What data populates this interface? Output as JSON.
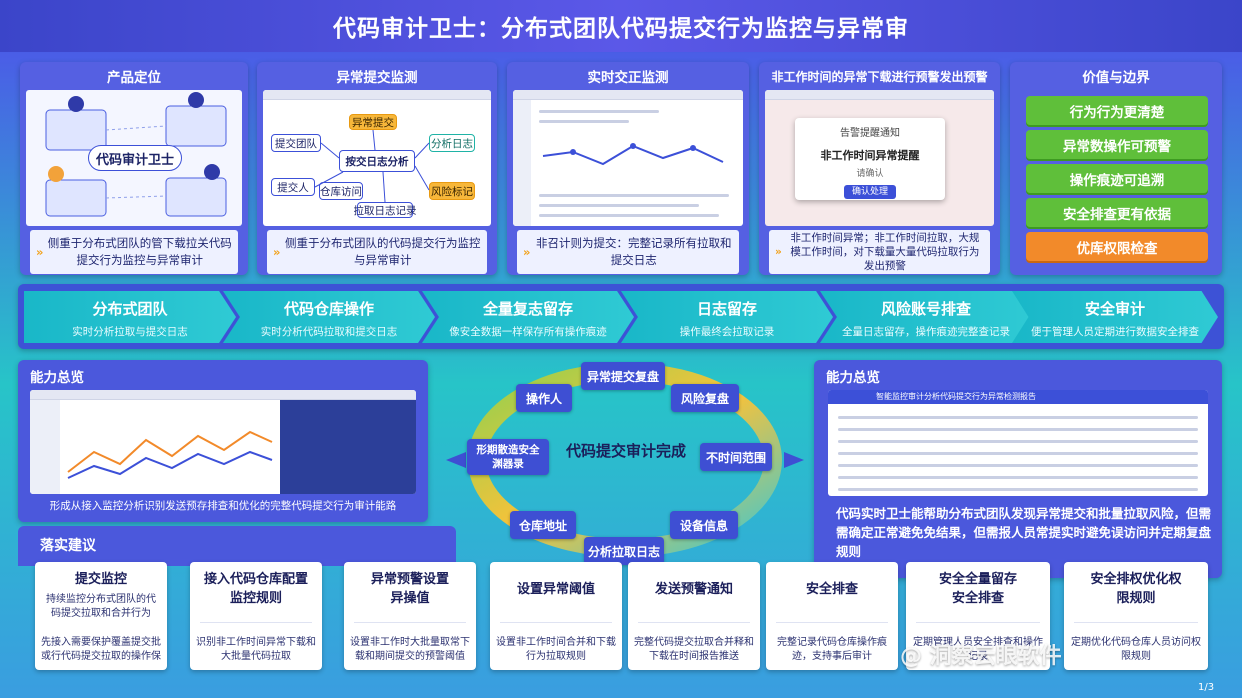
{
  "title": "代码审计卫士：分布式团队代码提交行为监控与异常审",
  "top_cards": [
    {
      "title": "产品定位",
      "footer": "侧重于分布式团队的管下载拉关代码提交行为监控与异常审计",
      "badge": "代码审计卫士"
    },
    {
      "title": "异常提交监测",
      "footer": "侧重于分布式团队的代码提交行为监控与异常审计",
      "nodes": {
        "center": "按交日志分析",
        "a": "提交团队",
        "b": "异常提交",
        "c": "提交人",
        "d": "仓库访问",
        "e": "拉取日志记录",
        "f": "分析日志",
        "g": "风险标记"
      }
    },
    {
      "title": "实时交正监测",
      "footer": "非召计则为提交：完整记录所有拉取和提交日志"
    },
    {
      "title": "非工作时间的异常下载进行预警发出预警",
      "footer": "非工作时间异常；非工作时间拉取，大规模工作时间，对下载量大量代码拉取行为发出预警",
      "alert": {
        "head": "告警提醒通知",
        "line": "非工作时间异常提醒",
        "sub": "请确认",
        "button": "确认处理"
      }
    }
  ],
  "value_panel": {
    "title": "价值与边界",
    "items": [
      "行为行为更清楚",
      "异常数操作可预警",
      "操作痕迹可追溯",
      "安全排查更有依据",
      "优库权限检查"
    ]
  },
  "flow": [
    {
      "title": "分布式团队",
      "sub": "实时分析拉取与提交日志"
    },
    {
      "title": "代码仓库操作",
      "sub": "实时分析代码拉取和提交日志"
    },
    {
      "title": "全量复志留存",
      "sub": "像安全数据一样保存所有操作痕迹"
    },
    {
      "title": "日志留存",
      "sub": "操作最终会拉取记录"
    },
    {
      "title": "风险账号排查",
      "sub": "全量日志留存，操作痕迹完整查记录"
    },
    {
      "title": "安全审计",
      "sub": "便于管理人员定期进行数据安全排查"
    }
  ],
  "ability_left": {
    "title": "能力总览",
    "caption": "形成从接入监控分析识别发送预存排查和优化的完整代码提交行为审计能路"
  },
  "ability_right": {
    "title": "能力总览",
    "mock_header": "智能监控审计分析代码提交行为异常检测报告",
    "caption": "代码实时卫士能帮助分布式团队发现异常提交和批量拉取风险，但需需确定正常避免免结果，但需报人员常提实时避免误访问并定期复盘规则"
  },
  "cycle": {
    "center": "代码提交审计完成",
    "nodes": [
      "异常提交复盘",
      "风险复盘",
      "不时间范围",
      "设备信息",
      "分析拉取日志",
      "仓库地址",
      "形期散造安全渊器录",
      "操作人"
    ]
  },
  "suggest_title": "落实建议",
  "suggestions": [
    {
      "title": "提交监控",
      "sub": "持续监控分布式团队的代码提交拉取和合并行为",
      "desc": "先接入需要保护覆盖提交批或行代码提交拉取的操作保"
    },
    {
      "title": "接入代码仓库配置监控规则",
      "sub": "",
      "desc": "识别非工作时间异常下载和大批量代码拉取"
    },
    {
      "title": "异常预警设置异操值",
      "sub": "",
      "desc": "设置非工作时大批量取常下载和期间提交的预警阈值"
    },
    {
      "title": "设置异常阈值",
      "sub": "",
      "desc": "设置非工作时间合并和下载行为拉取规则"
    },
    {
      "title": "发送预警通知",
      "sub": "",
      "desc": "完整代码提交拉取合并释和下载在时间报告推送"
    },
    {
      "title": "安全排查",
      "sub": "",
      "desc": "完整记录代码仓库操作痕迹，支持事后审计"
    },
    {
      "title": "安全全量留存安全排查",
      "sub": "",
      "desc": "定期管理人员安全排查和操作记录"
    },
    {
      "title": "安全排权优化权限规则",
      "sub": "",
      "desc": "定期优化代码仓库人员访问权限规则"
    }
  ],
  "watermark": "@ 洞察云眼软件",
  "page_number": "1/3"
}
